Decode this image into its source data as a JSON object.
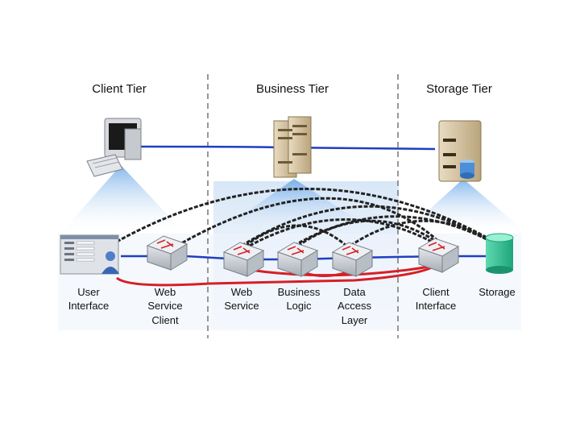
{
  "tiers": [
    {
      "title": "Client Tier"
    },
    {
      "title": "Business Tier"
    },
    {
      "title": "Storage Tier"
    }
  ],
  "components": [
    {
      "id": "user-interface",
      "lines": [
        "User",
        "Interface"
      ]
    },
    {
      "id": "web-service-client",
      "lines": [
        "Web",
        "Service",
        "Client"
      ]
    },
    {
      "id": "web-service",
      "lines": [
        "Web",
        "Service"
      ]
    },
    {
      "id": "business-logic",
      "lines": [
        "Business",
        "Logic"
      ]
    },
    {
      "id": "data-access-layer",
      "lines": [
        "Data",
        "Access",
        "Layer"
      ]
    },
    {
      "id": "client-interface",
      "lines": [
        "Client",
        "Interface"
      ]
    },
    {
      "id": "storage",
      "lines": [
        "Storage"
      ]
    }
  ],
  "icons": {
    "client": "desktop-computer-icon",
    "business": "server-stack-icon",
    "storage": "storage-server-icon",
    "switch": "network-switch-icon",
    "database": "database-cylinder-icon",
    "user": "user-icon"
  },
  "colors": {
    "blue_link": "#1f3fbf",
    "red_link": "#d61f26",
    "chain_link": "#222222",
    "beam": "#7fb2e8",
    "divider": "#777777"
  }
}
